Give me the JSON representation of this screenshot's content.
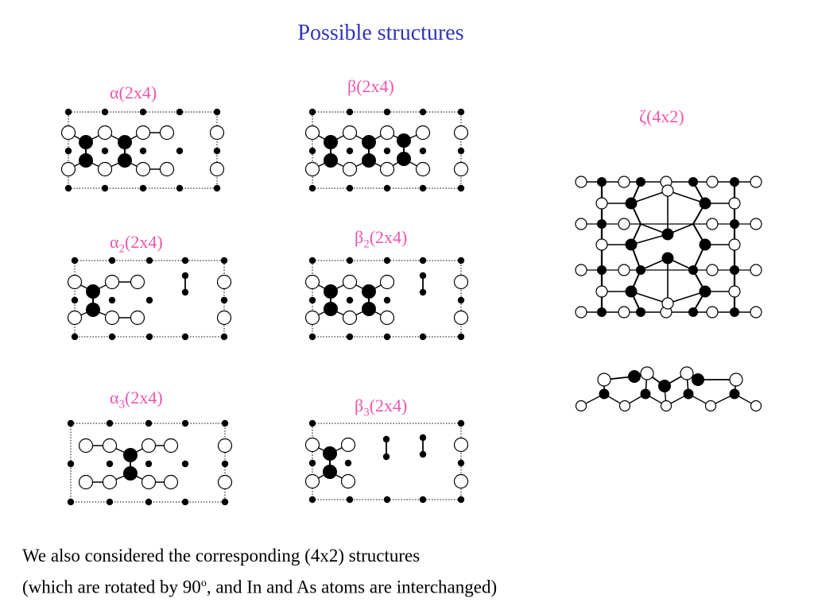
{
  "title": "Possible structures",
  "colors": {
    "title": "#3333bb",
    "label": "#ee55aa",
    "atom": "#000000",
    "bond": "#000000"
  },
  "panels": [
    {
      "id": "alpha",
      "greek": "α",
      "sub": "",
      "cell": "(2x4)"
    },
    {
      "id": "beta",
      "greek": "β",
      "sub": "",
      "cell": "(2x4)"
    },
    {
      "id": "zeta",
      "greek": "ζ",
      "sub": "",
      "cell": "(4x2)"
    },
    {
      "id": "alpha2",
      "greek": "α",
      "sub": "2",
      "cell": "(2x4)"
    },
    {
      "id": "beta2",
      "greek": "β",
      "sub": "2",
      "cell": "(2x4)"
    },
    {
      "id": "alpha3",
      "greek": "α",
      "sub": "3",
      "cell": "(2x4)"
    },
    {
      "id": "beta3",
      "greek": "β",
      "sub": "3",
      "cell": "(2x4)"
    }
  ],
  "footnote": {
    "line1": "We also considered the corresponding (4x2) structures",
    "line2_before": "(which are rotated by 90",
    "line2_sup": "o",
    "line2_after": ", and In and As atoms are interchanged)"
  }
}
